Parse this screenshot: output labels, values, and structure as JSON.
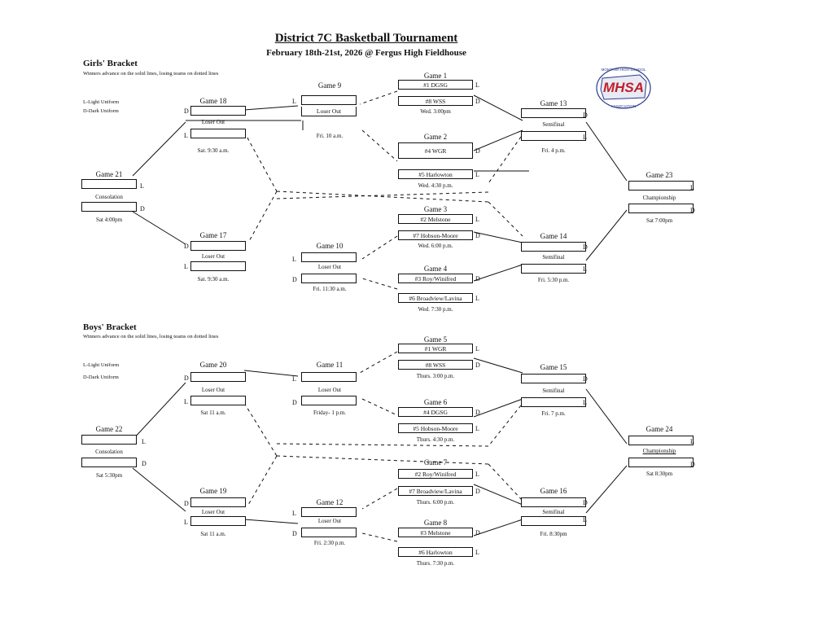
{
  "header": {
    "title": "District 7C Basketball Tournament",
    "subtitle": "February 18th-21st, 2026 @ Fergus High Fieldhouse"
  },
  "logo": {
    "text": "MHSA",
    "ring_top": "MONTANA HIGH SCHOOL",
    "ring_bottom": "ASSOCIATION",
    "color": "#c0202a"
  },
  "girls": {
    "heading": "Girls' Bracket",
    "note": "Winners advance on the solid lines, losing teams on dotted lines",
    "legend_light": "L-Light Uniform",
    "legend_dark": "D-Dark Uniform",
    "g1": {
      "label": "Game 1",
      "team_top": "#1  DGSG",
      "team_bottom": "#8 WSS",
      "time": "Wed. 3:00pm"
    },
    "g2": {
      "label": "Game 2",
      "team_top": "",
      "team_bottom": "#4 WGR",
      "time": ""
    },
    "g2b": {
      "team": "#5 Harlowton",
      "time": "Wed. 4:30 p.m."
    },
    "g3": {
      "label": "Game 3",
      "team_top": "#2 Melstone",
      "team_bottom": "#7 Hobson-Moore",
      "time": "Wed. 6:00 p.m."
    },
    "g4": {
      "label": "Game 4",
      "team_top": "#3 Roy/Winifred",
      "team_bottom": "#6 Broadview/Lavina",
      "time": "Wed. 7:30 p.m."
    },
    "g9": {
      "label": "Game 9",
      "sub": "Loser Out",
      "time": "Fri. 10 a.m."
    },
    "g10": {
      "label": "Game 10",
      "sub": "Loser Out",
      "time": "Fri. 11:30 a.m."
    },
    "g13": {
      "label": "Game 13",
      "sub": "Semifinal",
      "time": "Fri. 4 p.m."
    },
    "g14": {
      "label": "Game 14",
      "sub": "Semifinal",
      "time": "Fri. 5:30 p.m."
    },
    "g17": {
      "label": "Game 17",
      "sub": "Loser Out",
      "time": "Sat. 9:30 a.m."
    },
    "g18": {
      "label": "Game 18",
      "sub": "Loser Out",
      "time": "Sat. 9:30 a.m."
    },
    "g21": {
      "label": "Game 21",
      "sub": "Consolation",
      "time": "Sat 4:00pm"
    },
    "g23": {
      "label": "Game 23",
      "sub": "Championship",
      "time": "Sat 7:00pm"
    }
  },
  "boys": {
    "heading": "Boys' Bracket",
    "note": "Winners advance on the solid lines, losing teams on dotted lines",
    "legend_light": "L-Light Uniform",
    "legend_dark": "D-Dark Uniform",
    "g5": {
      "label": "Game 5",
      "team_top": "#1 WGR",
      "team_bottom": "#8 WSS",
      "time": "Thurs. 3:00 p.m."
    },
    "g6": {
      "label": "Game 6",
      "team_top": "#4 DGSG",
      "team_bottom": "#5 Hobson-Moore",
      "time": "Thurs. 4:30 p.m."
    },
    "g7": {
      "label": "Game 7",
      "team_top": "#2 Roy/Winifred",
      "team_bottom": "#7 Broadview/Lavina",
      "time": "Thurs. 6:00 p.m."
    },
    "g8": {
      "label": "Game 8",
      "team_top": "#3 Melstone",
      "team_bottom": "#6 Harlowton",
      "time": "Thurs. 7:30 p.m."
    },
    "g11": {
      "label": "Game 11",
      "sub": "Loser Out",
      "time": "Friday- 1 p.m."
    },
    "g12": {
      "label": "Game 12",
      "sub": "Loser Out",
      "time": "Fri. 2:30 p.m."
    },
    "g15": {
      "label": "Game 15",
      "sub": "Semifinal",
      "time": "Fri. 7 p.m."
    },
    "g16": {
      "label": "Game 16",
      "sub": "Semifinal",
      "time": "Fri. 8:30pm"
    },
    "g19": {
      "label": "Game 19",
      "sub": "Loser Out",
      "time": "Sat 11 a.m."
    },
    "g20": {
      "label": "Game 20",
      "sub": "Loser Out",
      "time": "Sat  11 a.m."
    },
    "g22": {
      "label": "Game 22",
      "sub": "Consolation",
      "time": "Sat 5:30pm"
    },
    "g24": {
      "label": "Game 24",
      "sub": "Championship",
      "time": "Sat 8:30pm"
    }
  },
  "uniform": {
    "light": "L",
    "dark": "D"
  }
}
